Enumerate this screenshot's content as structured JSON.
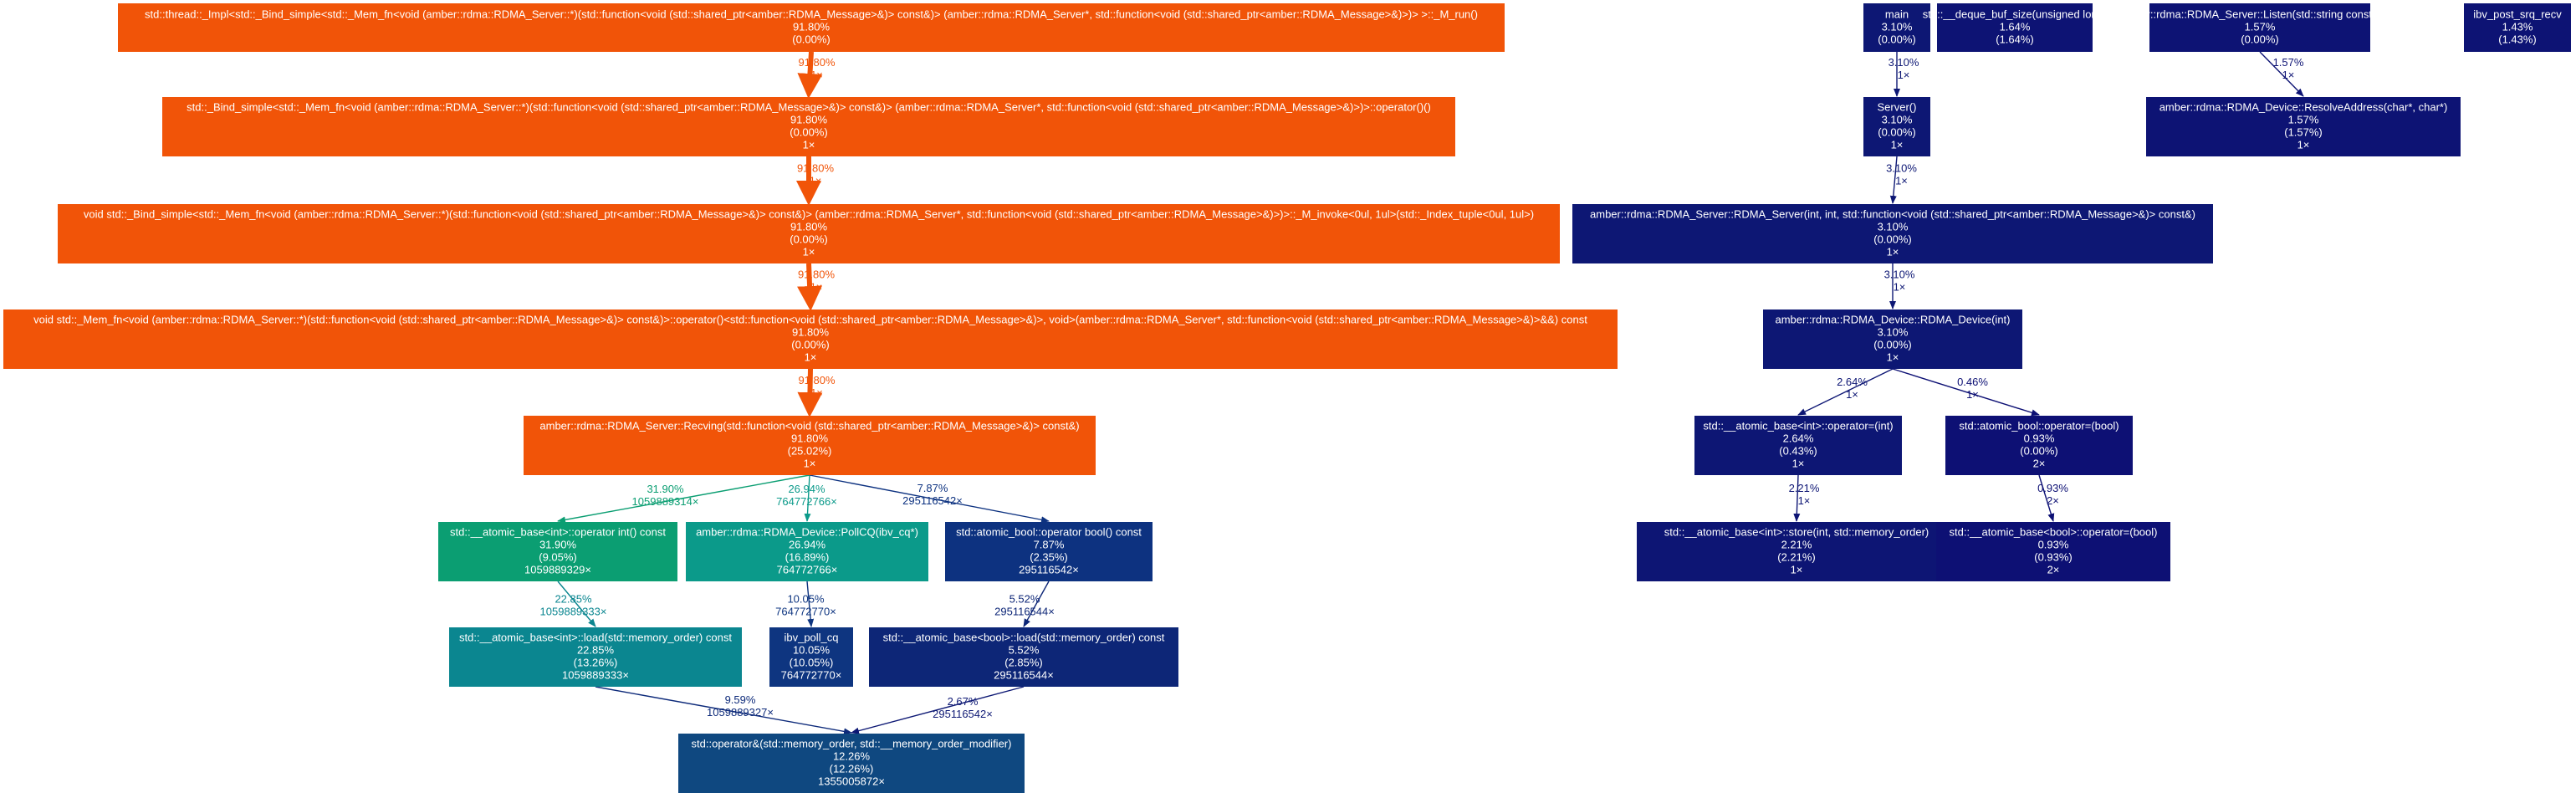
{
  "nodes": [
    {
      "id": "n_thread_run",
      "lines": [
        "std::thread::_Impl<std::_Bind_simple<std::_Mem_fn<void (amber::rdma::RDMA_Server::*)(std::function<void (std::shared_ptr<amber::RDMA_Message>&)> const&)> (amber::rdma::RDMA_Server*, std::function<void (std::shared_ptr<amber::RDMA_Message>&)>)> >::_M_run()",
        "91.80%",
        "(0.00%)"
      ],
      "color": "#f15408"
    },
    {
      "id": "n_bind_call",
      "lines": [
        "std::_Bind_simple<std::_Mem_fn<void (amber::rdma::RDMA_Server::*)(std::function<void (std::shared_ptr<amber::RDMA_Message>&)> const&)> (amber::rdma::RDMA_Server*, std::function<void (std::shared_ptr<amber::RDMA_Message>&)>)>::operator()()",
        "91.80%",
        "(0.00%)",
        "1×"
      ],
      "color": "#f15408"
    },
    {
      "id": "n_m_invoke",
      "lines": [
        "void std::_Bind_simple<std::_Mem_fn<void (amber::rdma::RDMA_Server::*)(std::function<void (std::shared_ptr<amber::RDMA_Message>&)> const&)> (amber::rdma::RDMA_Server*, std::function<void (std::shared_ptr<amber::RDMA_Message>&)>)>::_M_invoke<0ul, 1ul>(std::_Index_tuple<0ul, 1ul>)",
        "91.80%",
        "(0.00%)",
        "1×"
      ],
      "color": "#f15408"
    },
    {
      "id": "n_mem_fn",
      "lines": [
        "void std::_Mem_fn<void (amber::rdma::RDMA_Server::*)(std::function<void (std::shared_ptr<amber::RDMA_Message>&)> const&)>::operator()<std::function<void (std::shared_ptr<amber::RDMA_Message>&)>, void>(amber::rdma::RDMA_Server*, std::function<void (std::shared_ptr<amber::RDMA_Message>&)>&&) const",
        "91.80%",
        "(0.00%)",
        "1×"
      ],
      "color": "#f15408"
    },
    {
      "id": "n_recving",
      "lines": [
        "amber::rdma::RDMA_Server::Recving(std::function<void (std::shared_ptr<amber::RDMA_Message>&)> const&)",
        "91.80%",
        "(25.02%)",
        "1×"
      ],
      "color": "#f15408"
    },
    {
      "id": "n_atomic_int_op",
      "lines": [
        "std::__atomic_base<int>::operator int() const",
        "31.90%",
        "(9.05%)",
        "1059889329×"
      ],
      "color": "#0b9e72"
    },
    {
      "id": "n_pollcq",
      "lines": [
        "amber::rdma::RDMA_Device::PollCQ(ibv_cq*)",
        "26.94%",
        "(16.89%)",
        "764772766×"
      ],
      "color": "#0b9a8a"
    },
    {
      "id": "n_atomic_bool_op",
      "lines": [
        "std::atomic_bool::operator bool() const",
        "7.87%",
        "(2.35%)",
        "295116542×"
      ],
      "color": "#0d3280"
    },
    {
      "id": "n_atomic_int_load",
      "lines": [
        "std::__atomic_base<int>::load(std::memory_order) const",
        "22.85%",
        "(13.26%)",
        "1059889333×"
      ],
      "color": "#0b8690"
    },
    {
      "id": "n_ibv_poll_cq",
      "lines": [
        "ibv_poll_cq",
        "10.05%",
        "(10.05%)",
        "764772770×"
      ],
      "color": "#0e3580"
    },
    {
      "id": "n_atomic_bool_load",
      "lines": [
        "std::__atomic_base<bool>::load(std::memory_order) const",
        "5.52%",
        "(2.85%)",
        "295116544×"
      ],
      "color": "#0d2677"
    },
    {
      "id": "n_operator_and",
      "lines": [
        "std::operator&(std::memory_order, std::__memory_order_modifier)",
        "12.26%",
        "(12.26%)",
        "1355005872×"
      ],
      "color": "#0f4880"
    },
    {
      "id": "n_main",
      "lines": [
        "main",
        "3.10%",
        "(0.00%)"
      ],
      "color": "#0d1774"
    },
    {
      "id": "n_deque",
      "lines": [
        "std::__deque_buf_size(unsigned long)",
        "1.64%",
        "(1.64%)"
      ],
      "color": "#0d1374"
    },
    {
      "id": "n_listen",
      "lines": [
        "amber::rdma::RDMA_Server::Listen(std::string const&, int)",
        "1.57%",
        "(0.00%)"
      ],
      "color": "#0d1374"
    },
    {
      "id": "n_ibv_srq",
      "lines": [
        "ibv_post_srq_recv",
        "1.43%",
        "(1.43%)"
      ],
      "color": "#0d1374"
    },
    {
      "id": "n_server",
      "lines": [
        "Server()",
        "3.10%",
        "(0.00%)",
        "1×"
      ],
      "color": "#0d1774"
    },
    {
      "id": "n_resolve",
      "lines": [
        "amber::rdma::RDMA_Device::ResolveAddress(char*, char*)",
        "1.57%",
        "(1.57%)",
        "1×"
      ],
      "color": "#0d1374"
    },
    {
      "id": "n_rdma_server_ctor",
      "lines": [
        "amber::rdma::RDMA_Server::RDMA_Server(int, int, std::function<void (std::shared_ptr<amber::RDMA_Message>&)> const&)",
        "3.10%",
        "(0.00%)",
        "1×"
      ],
      "color": "#0d1774"
    },
    {
      "id": "n_rdma_device_ctor",
      "lines": [
        "amber::rdma::RDMA_Device::RDMA_Device(int)",
        "3.10%",
        "(0.00%)",
        "1×"
      ],
      "color": "#0d1774"
    },
    {
      "id": "n_atomic_int_assign",
      "lines": [
        "std::__atomic_base<int>::operator=(int)",
        "2.64%",
        "(0.43%)",
        "1×"
      ],
      "color": "#0d1674"
    },
    {
      "id": "n_atomic_bool_assign",
      "lines": [
        "std::atomic_bool::operator=(bool)",
        "0.93%",
        "(0.00%)",
        "2×"
      ],
      "color": "#0d1074"
    },
    {
      "id": "n_atomic_int_store",
      "lines": [
        "std::__atomic_base<int>::store(int, std::memory_order)",
        "2.21%",
        "(2.21%)",
        "1×"
      ],
      "color": "#0d1574"
    },
    {
      "id": "n_atomic_bool_base_assign",
      "lines": [
        "std::__atomic_base<bool>::operator=(bool)",
        "0.93%",
        "(0.93%)",
        "2×"
      ],
      "color": "#0d1074"
    }
  ],
  "edges": [
    {
      "id": "e1",
      "from": "n_thread_run",
      "to": "n_bind_call",
      "lines": [
        "91.80%",
        "1×"
      ],
      "color": "#f15408"
    },
    {
      "id": "e2",
      "from": "n_bind_call",
      "to": "n_m_invoke",
      "lines": [
        "91.80%",
        "1×"
      ],
      "color": "#f15408"
    },
    {
      "id": "e3",
      "from": "n_m_invoke",
      "to": "n_mem_fn",
      "lines": [
        "91.80%",
        "1×"
      ],
      "color": "#f15408"
    },
    {
      "id": "e4",
      "from": "n_mem_fn",
      "to": "n_recving",
      "lines": [
        "91.80%",
        "1×"
      ],
      "color": "#f15408"
    },
    {
      "id": "e5",
      "from": "n_recving",
      "to": "n_atomic_int_op",
      "lines": [
        "31.90%",
        "1059889314×"
      ],
      "color": "#0b9e72"
    },
    {
      "id": "e6",
      "from": "n_recving",
      "to": "n_pollcq",
      "lines": [
        "26.94%",
        "764772766×"
      ],
      "color": "#0b9a8a"
    },
    {
      "id": "e7",
      "from": "n_recving",
      "to": "n_atomic_bool_op",
      "lines": [
        "7.87%",
        "295116542×"
      ],
      "color": "#0d3280"
    },
    {
      "id": "e8",
      "from": "n_atomic_int_op",
      "to": "n_atomic_int_load",
      "lines": [
        "22.85%",
        "1059889333×"
      ],
      "color": "#0b8690"
    },
    {
      "id": "e9",
      "from": "n_pollcq",
      "to": "n_ibv_poll_cq",
      "lines": [
        "10.05%",
        "764772770×"
      ],
      "color": "#0e3580"
    },
    {
      "id": "e10",
      "from": "n_atomic_bool_op",
      "to": "n_atomic_bool_load",
      "lines": [
        "5.52%",
        "295116544×"
      ],
      "color": "#0d2677"
    },
    {
      "id": "e11",
      "from": "n_atomic_int_load",
      "to": "n_operator_and",
      "lines": [
        "9.59%",
        "1059889327×"
      ],
      "color": "#0d2a7a"
    },
    {
      "id": "e12",
      "from": "n_atomic_bool_load",
      "to": "n_operator_and",
      "lines": [
        "2.67%",
        "295116542×"
      ],
      "color": "#0d1874"
    },
    {
      "id": "e13",
      "from": "n_main",
      "to": "n_server",
      "lines": [
        "3.10%",
        "1×"
      ],
      "color": "#0d1774"
    },
    {
      "id": "e14",
      "from": "n_server",
      "to": "n_rdma_server_ctor",
      "lines": [
        "3.10%",
        "1×"
      ],
      "color": "#0d1774"
    },
    {
      "id": "e15",
      "from": "n_rdma_server_ctor",
      "to": "n_rdma_device_ctor",
      "lines": [
        "3.10%",
        "1×"
      ],
      "color": "#0d1774"
    },
    {
      "id": "e16",
      "from": "n_rdma_device_ctor",
      "to": "n_atomic_int_assign",
      "lines": [
        "2.64%",
        "1×"
      ],
      "color": "#0d1674"
    },
    {
      "id": "e17",
      "from": "n_rdma_device_ctor",
      "to": "n_atomic_bool_assign",
      "lines": [
        "0.46%",
        "1×"
      ],
      "color": "#0d1074"
    },
    {
      "id": "e18",
      "from": "n_atomic_int_assign",
      "to": "n_atomic_int_store",
      "lines": [
        "2.21%",
        "1×"
      ],
      "color": "#0d1574"
    },
    {
      "id": "e19",
      "from": "n_atomic_bool_assign",
      "to": "n_atomic_bool_base_assign",
      "lines": [
        "0.93%",
        "2×"
      ],
      "color": "#0d1074"
    },
    {
      "id": "e20",
      "from": "n_listen",
      "to": "n_resolve",
      "lines": [
        "1.57%",
        "1×"
      ],
      "color": "#0d1374"
    }
  ]
}
